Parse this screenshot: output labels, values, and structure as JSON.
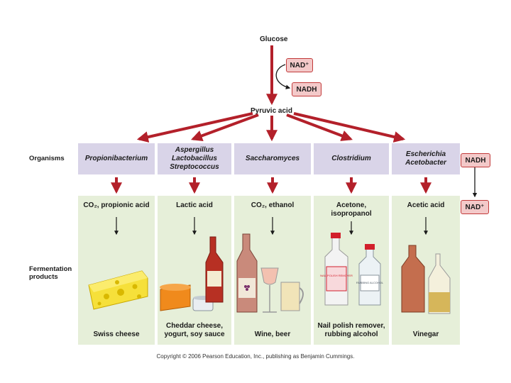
{
  "top": {
    "glucose": "Glucose",
    "nad_plus": "NAD⁺",
    "nadh": "NADH",
    "pyruvic_acid": "Pyruvic acid"
  },
  "row_labels": {
    "organisms": "Organisms",
    "products": "Fermentation products"
  },
  "organisms": [
    {
      "lines": [
        "Propionibacterium"
      ]
    },
    {
      "lines": [
        "Aspergillus",
        "Lactobacillus",
        "Streptococcus"
      ]
    },
    {
      "lines": [
        "Saccharomyces"
      ]
    },
    {
      "lines": [
        "Clostridium"
      ]
    },
    {
      "lines": [
        "Escherichia",
        "Acetobacter"
      ]
    }
  ],
  "products": [
    {
      "chem": [
        "CO₂, propionic acid"
      ],
      "name": [
        "Swiss cheese"
      ]
    },
    {
      "chem": [
        "Lactic acid"
      ],
      "name": [
        "Cheddar cheese,",
        "yogurt, soy sauce"
      ]
    },
    {
      "chem": [
        "CO₂, ethanol"
      ],
      "name": [
        "Wine, beer"
      ]
    },
    {
      "chem": [
        "Acetone,",
        "isopropanol"
      ],
      "name": [
        "Nail polish remover,",
        "rubbing alcohol"
      ]
    },
    {
      "chem": [
        "Acetic acid"
      ],
      "name": [
        "Vinegar"
      ]
    }
  ],
  "side": {
    "nadh": "NADH",
    "nad_plus": "NAD⁺"
  },
  "labels_on_bottles": {
    "nail": "NAIL POLISH REMOVER",
    "rubbing": "RUBBING ALCOHOL"
  },
  "credit": "Copyright © 2006 Pearson Education, Inc., publishing as Benjamin Cummings.",
  "colors": {
    "arrow_red": "#b3202a",
    "organism_bg": "#d9d4e8",
    "product_bg": "#e6efd9",
    "pill_bg": "#f3c9c9"
  }
}
